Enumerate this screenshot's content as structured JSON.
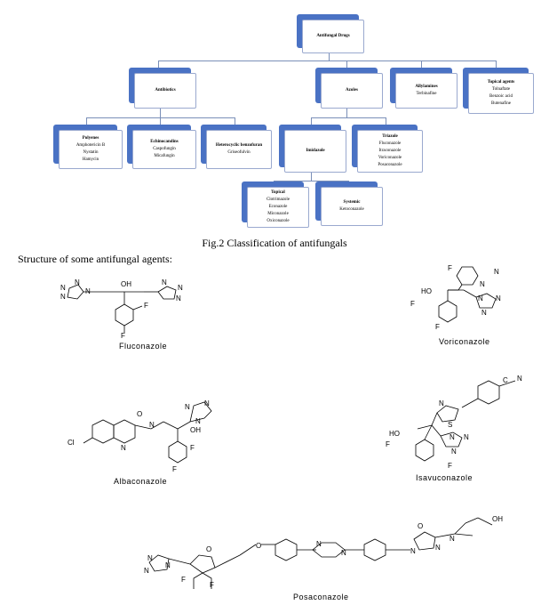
{
  "diagram": {
    "root": "Antifungal Drugs",
    "antibiotics": "Antibiotics",
    "azoles": "Azoles",
    "allylamines": {
      "title": "Allylamines",
      "items": [
        "Terbinafine"
      ]
    },
    "topical_agents": {
      "title": "Topical agents",
      "items": [
        "Tolnaftate",
        "Benzoic acid",
        "Butenafine"
      ]
    },
    "polyenes": {
      "title": "Polyenes",
      "items": [
        "Amphotericin B",
        "Nystatin",
        "Hamycin"
      ]
    },
    "echinocandins": {
      "title": "Echinocandins",
      "items": [
        "Caspofungin",
        "Micafungin"
      ]
    },
    "heterocyclic": {
      "title": "Heterocyclic benzofuran",
      "items": [
        "Griseofulvin"
      ]
    },
    "imidazole": "Imidazole",
    "triazole": {
      "title": "Triazole",
      "items": [
        "Fluconazole",
        "Itraconazole",
        "Voriconazole",
        "Posaconazole"
      ]
    },
    "topical": {
      "title": "Topical",
      "items": [
        "Clotrimazole",
        "Econazole",
        "Miconazole",
        "Oxiconazole"
      ]
    },
    "systemic": {
      "title": "Systemic",
      "items": [
        "Ketoconazole"
      ]
    }
  },
  "caption": "Fig.2 Classification of antifungals",
  "subheading": "Structure of some antifungal agents:",
  "structures": {
    "fluconazole": "Fluconazole",
    "voriconazole": "Voriconazole",
    "albaconazole": "Albaconazole",
    "isavuconazole": "Isavuconazole",
    "posaconazole": "Posaconazole"
  }
}
